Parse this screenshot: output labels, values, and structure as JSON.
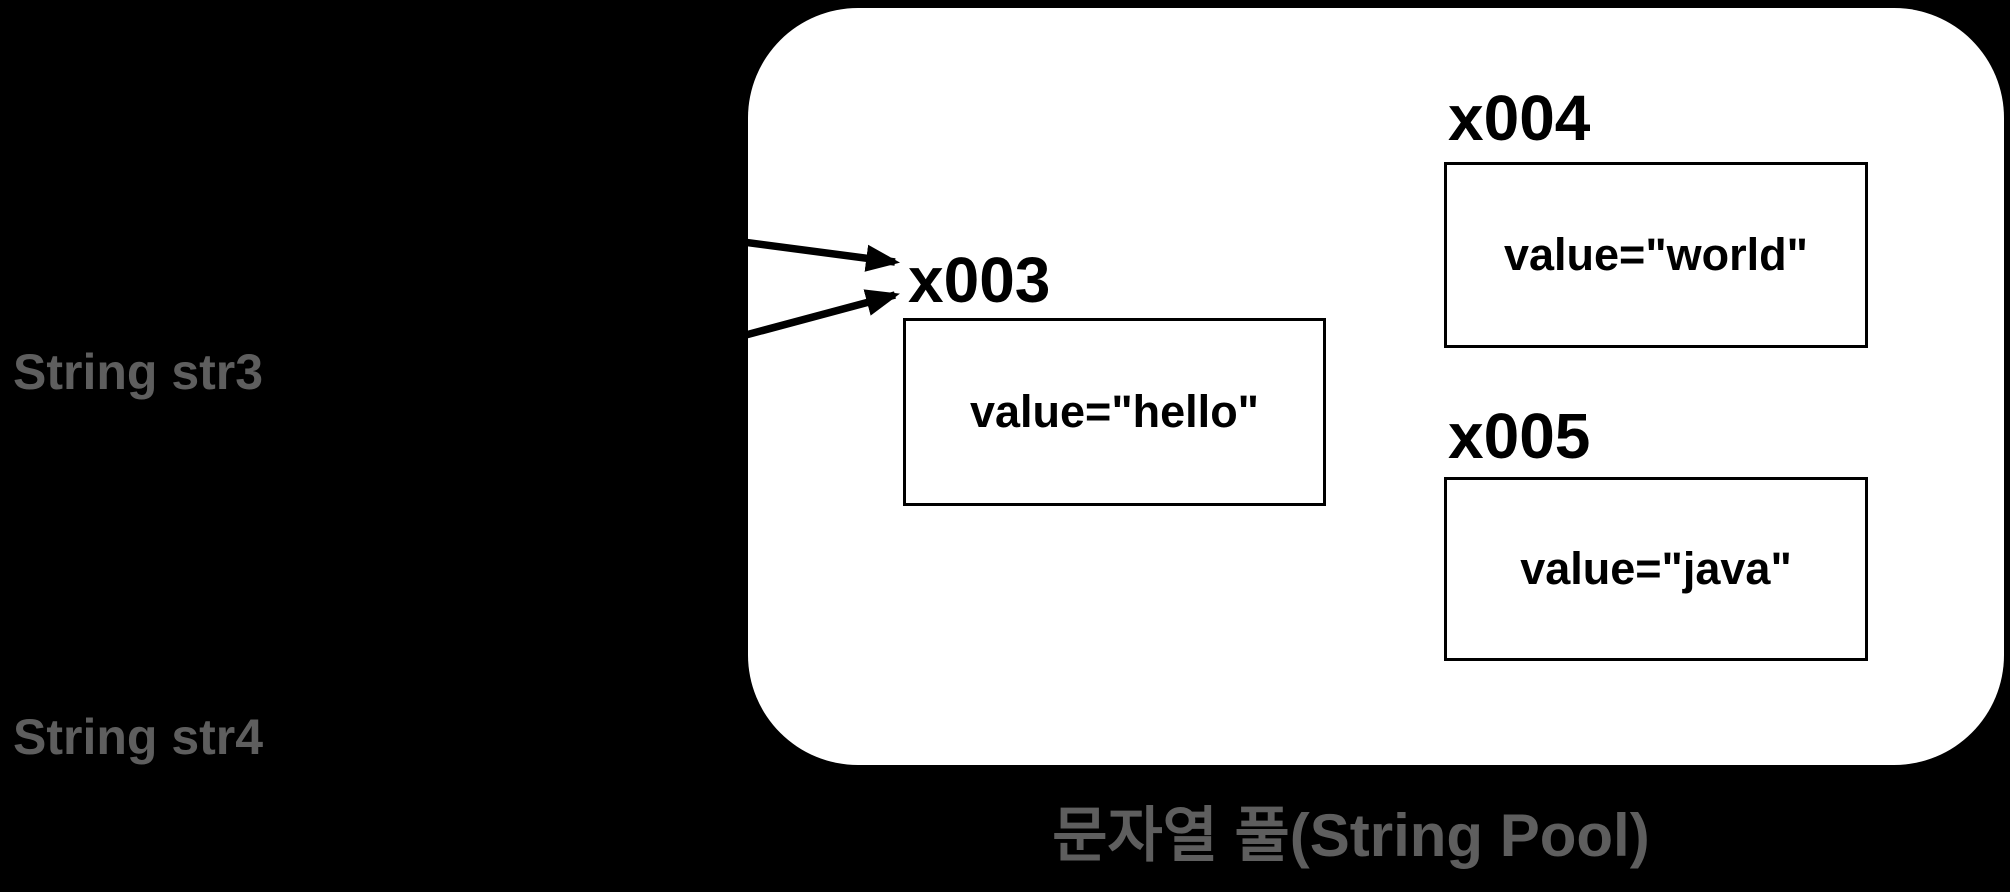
{
  "diagram": {
    "caption": "문자열 풀(String Pool)",
    "stack": {
      "items": [
        {
          "label": "String str3"
        },
        {
          "label": "String str4"
        }
      ]
    },
    "pool": {
      "objects": [
        {
          "address": "x003",
          "value": "value=\"hello\""
        },
        {
          "address": "x004",
          "value": "value=\"world\""
        },
        {
          "address": "x005",
          "value": "value=\"java\""
        }
      ]
    },
    "arrows": [
      {
        "target": "x003"
      },
      {
        "target": "x003"
      }
    ],
    "colors": {
      "background": "#000000",
      "pool_fill": "#ffffff",
      "ink": "#000000",
      "muted_text": "#5e5e5e"
    }
  }
}
